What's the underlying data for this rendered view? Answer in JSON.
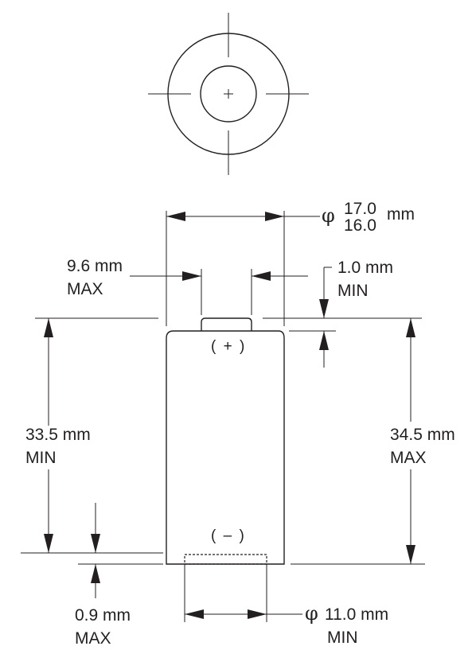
{
  "diameter": {
    "symbol": "φ",
    "upper": "17.0",
    "lower": "16.0",
    "unit": "mm"
  },
  "labels": {
    "cap_width": {
      "value": "9.6 mm",
      "qualifier": "MAX"
    },
    "cap_height": {
      "value": "1.0 mm",
      "qualifier": "MIN"
    },
    "body_height_min": {
      "value": "33.5 mm",
      "qualifier": "MIN"
    },
    "total_height_max": {
      "value": "34.5 mm",
      "qualifier": "MAX"
    },
    "bottom_recess": {
      "value": "0.9 mm",
      "qualifier": "MAX"
    },
    "contact_diameter": {
      "symbol": "φ",
      "value": "11.0 mm",
      "qualifier": "MIN"
    }
  },
  "terminals": {
    "positive": "( + )",
    "negative": "( – )"
  },
  "colors": {
    "line": "#231f20",
    "background": "#ffffff"
  }
}
